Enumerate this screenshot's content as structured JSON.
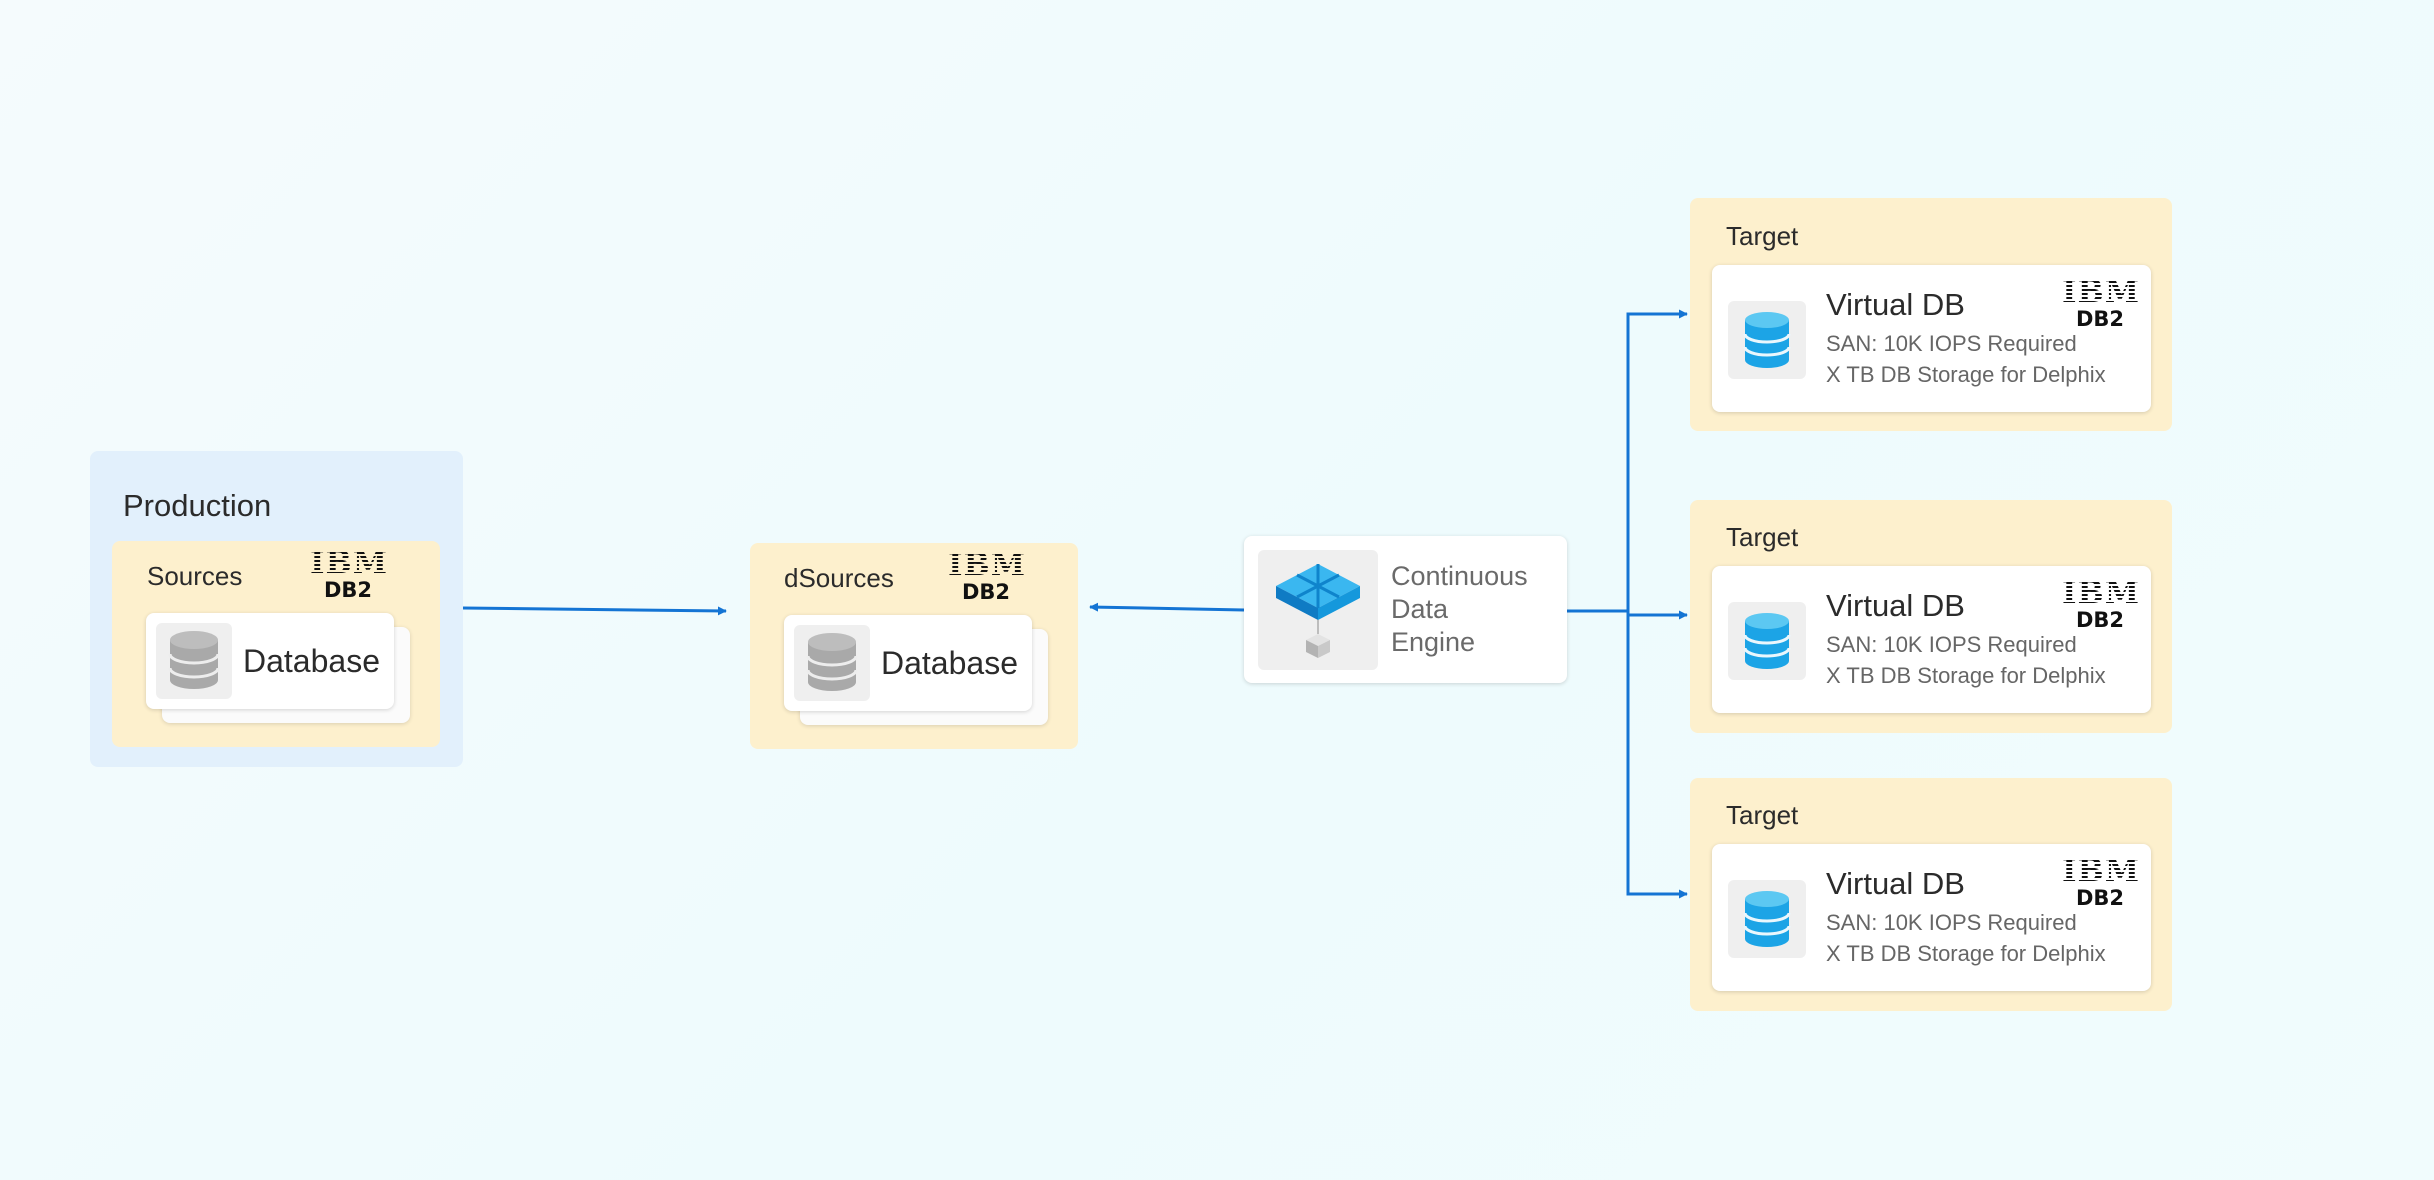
{
  "production": {
    "title": "Production"
  },
  "sources": {
    "label": "Sources",
    "ibm": "IBM",
    "db2": "DB2",
    "database": "Database"
  },
  "dsources": {
    "label": "dSources",
    "ibm": "IBM",
    "db2": "DB2",
    "database": "Database"
  },
  "engine": {
    "line1": "Continuous",
    "line2": "Data",
    "line3": "Engine"
  },
  "targets": [
    {
      "label": "Target",
      "title": "Virtual DB",
      "line1": "SAN: 10K IOPS Required",
      "line2": "X TB DB Storage for Delphix",
      "ibm": "IBM",
      "db2": "DB2"
    },
    {
      "label": "Target",
      "title": "Virtual DB",
      "line1": "SAN: 10K IOPS Required",
      "line2": "X TB DB Storage for Delphix",
      "ibm": "IBM",
      "db2": "DB2"
    },
    {
      "label": "Target",
      "title": "Virtual DB",
      "line1": "SAN: 10K IOPS Required",
      "line2": "X TB DB Storage for Delphix",
      "ibm": "IBM",
      "db2": "DB2"
    }
  ],
  "colors": {
    "arrow": "#1474d4",
    "group_blue": "#e2f0fc",
    "group_yellow": "#fdf0cd",
    "db_gray": "#a9a9a9",
    "vdb_blue": "#1ca4e6"
  },
  "icons": {
    "source_db": "database-icon",
    "vdb": "virtual-database-icon",
    "engine": "continuous-data-engine-icon"
  }
}
